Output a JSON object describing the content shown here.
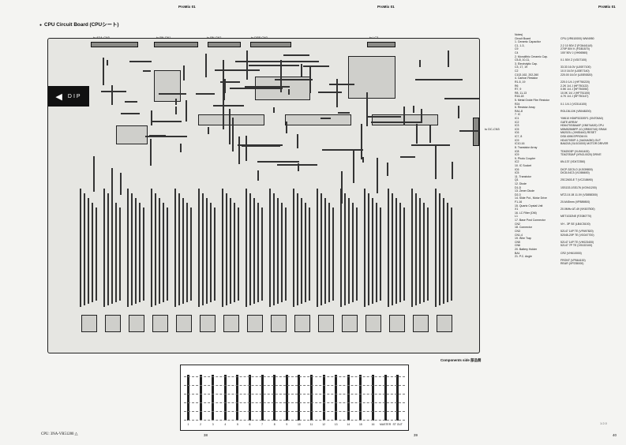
{
  "header": {
    "left": "ProMix 01",
    "center": "ProMix 01",
    "right": "ProMix 01"
  },
  "title": "CPU Circuit Board (CPUシート)",
  "board": {
    "dip_label": "DIP",
    "connectors_top": [
      "to ADA-CN3",
      "to PN-CN1",
      "to PN-CN2",
      "to DSP-CN2",
      "to LC3"
    ],
    "connector_right": "to DC-CN3",
    "components_side": "Components side 部品側"
  },
  "notes": [
    [
      "Notes)",
      ""
    ],
    [
      "Circuit Board",
      "CPU (VR610000) WW4950"
    ],
    [
      "1. Ceramic Capacitor",
      ""
    ],
    [
      "C1, 1-3,",
      "2.2 10 50V Z (FG6441U0)"
    ],
    [
      "C9",
      "270P 50V K (FGB1570)"
    ],
    [
      "C4",
      "100' 50V J (VH06560)"
    ],
    [
      "2. Monolithic Ceramic Cap.",
      ""
    ],
    [
      "C5-8, 10-11,",
      "0.1 50V Z (VG07100)"
    ],
    [
      "3. Electrolytic Cap.",
      ""
    ],
    [
      "C3, 17, 19",
      "33.33 16.0V (UJ0E7100)"
    ],
    [
      "C2",
      "10.0 16.0V (UJ0E7140)"
    ],
    [
      "C102-162, 202-260",
      "220.00 16.0V (UJ0E6520)"
    ],
    [
      "4. Carbon Resistor",
      ""
    ],
    [
      "R1-5, 19",
      "220.0 1/4 J (HF750220)"
    ],
    [
      "R6",
      "2.2K 1/4 J (HF750122)"
    ],
    [
      "R7, 9",
      "0.5K 1/4 J (HF750050)"
    ],
    [
      "R8, 11-13",
      "10.0K 1/4 J (HF751100)"
    ],
    [
      "R16-18",
      "4.7K 1/4 J (HF750147)"
    ],
    [
      "5. Metal Oxide Film Resistor",
      ""
    ],
    [
      "R24",
      "0.1 1/4 J (VC514100)"
    ],
    [
      "6. Resistor Array",
      ""
    ],
    [
      "RA1-8",
      "RGLD8-10K (VB048200)"
    ],
    [
      "7. IC",
      ""
    ],
    [
      "IC1",
      "YM610 HD6P3233SF1 (XN705A0)"
    ],
    [
      "IC2",
      "GATE ARRAY"
    ],
    [
      "IC3",
      "HD6470G8AA0F (XN574A00) CPU"
    ],
    [
      "IC5",
      "M5M5256BFP-10 (XR800740) SRAM"
    ],
    [
      "IC6",
      "M62021L (XH834A0) RESET"
    ],
    [
      "IC7, 8",
      "DS8 4096 EPROM IN"
    ],
    [
      "IC9",
      "HD4070S0P-1 (XA00A050) OUT"
    ],
    [
      "IC10-16",
      "BA6218 (XU101000) MOTOR DRIVER"
    ],
    [
      "8. Transistor Array",
      ""
    ],
    [
      "IC8",
      "TD62003P (VU941400)"
    ],
    [
      "IC9",
      "TD62783AP (XR43-0020) DRIVE"
    ],
    [
      "9. Photo Coupler",
      ""
    ],
    [
      "IC2",
      "6N-137 (VD472350)"
    ],
    [
      "10. IC Socket",
      ""
    ],
    [
      "IC6",
      "DICP-32C5-O (VJ039800)"
    ],
    [
      "IC5",
      "DIC8-04C3 (VL086600)"
    ],
    [
      "11. Transistor",
      ""
    ],
    [
      "Q1",
      "2SC2603-E T (VC218690)"
    ],
    [
      "12. Diode",
      ""
    ],
    [
      "D1-D",
      "1SS133.1SS176 (VG941200)"
    ],
    [
      "13. Zener Diode",
      ""
    ],
    [
      "D2-3",
      "MTZJ-5.1B 11.0V (VD858300)"
    ],
    [
      "14. Slide Pot., Motor Drive",
      ""
    ],
    [
      "F1-16",
      "20-M45mm (VP889800)"
    ],
    [
      "15. Quartz Crystal Unit",
      ""
    ],
    [
      "X1",
      "20.0MHz AT-49 (VK607500)"
    ],
    [
      "16. LC Filter (DM)",
      ""
    ],
    [
      "L1",
      "MET1032NE (FZ080770)"
    ],
    [
      "17. Base Post Connector",
      ""
    ],
    [
      "CN2",
      "VH - 3P SE (LB4C5100)"
    ],
    [
      "18. Connector",
      ""
    ],
    [
      "CN3",
      "52147 14P TE (VF697820)"
    ],
    [
      "CN1,4",
      "52045-20P TE (VG047700)"
    ],
    [
      "19. Wire Trap",
      ""
    ],
    [
      "CN5",
      "52147 14P TE (VH023400)"
    ],
    [
      "CN6",
      "52147 7P TE (VG022100)"
    ],
    [
      "20. Battery Holder",
      ""
    ],
    [
      "BA1",
      "CR2 (VH610000)"
    ],
    [
      "21. P.C. Angle",
      ""
    ],
    [
      "",
      "FRONT (VP664100)"
    ],
    [
      "",
      "REAR (VP235000)"
    ]
  ],
  "fader_labels": [
    "1",
    "2",
    "3",
    "4",
    "5",
    "6",
    "7",
    "8",
    "9",
    "10",
    "11",
    "12",
    "13",
    "14",
    "15",
    "16",
    "MASTER",
    "ST OUT"
  ],
  "footer": {
    "doc_code": "CPU: 3NA-VR51280",
    "page_left": "38",
    "page_center": "39",
    "page_right": "40",
    "hand_note": "1:2.0"
  }
}
